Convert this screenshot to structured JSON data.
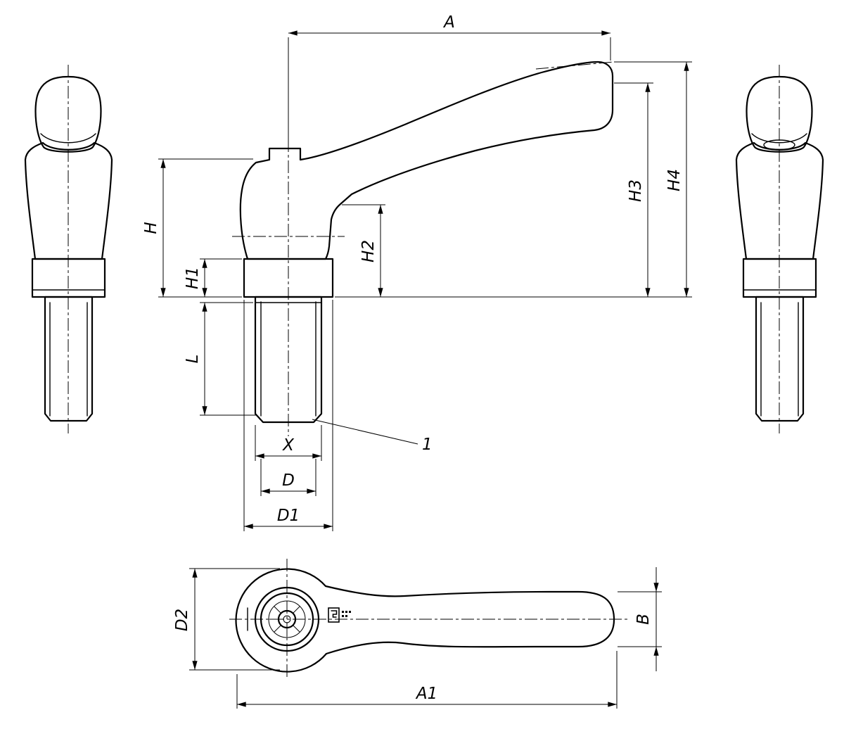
{
  "colors": {
    "background": "#ffffff",
    "line": "#000000"
  },
  "drawing": {
    "dimensions": {
      "A": "A",
      "H": "H",
      "H1": "H1",
      "H2": "H2",
      "H3": "H3",
      "H4": "H4",
      "L": "L",
      "X": "X",
      "D": "D",
      "D1": "D1",
      "D2": "D2",
      "B": "B",
      "A1": "A1"
    },
    "callouts": {
      "item_1": "1"
    }
  }
}
